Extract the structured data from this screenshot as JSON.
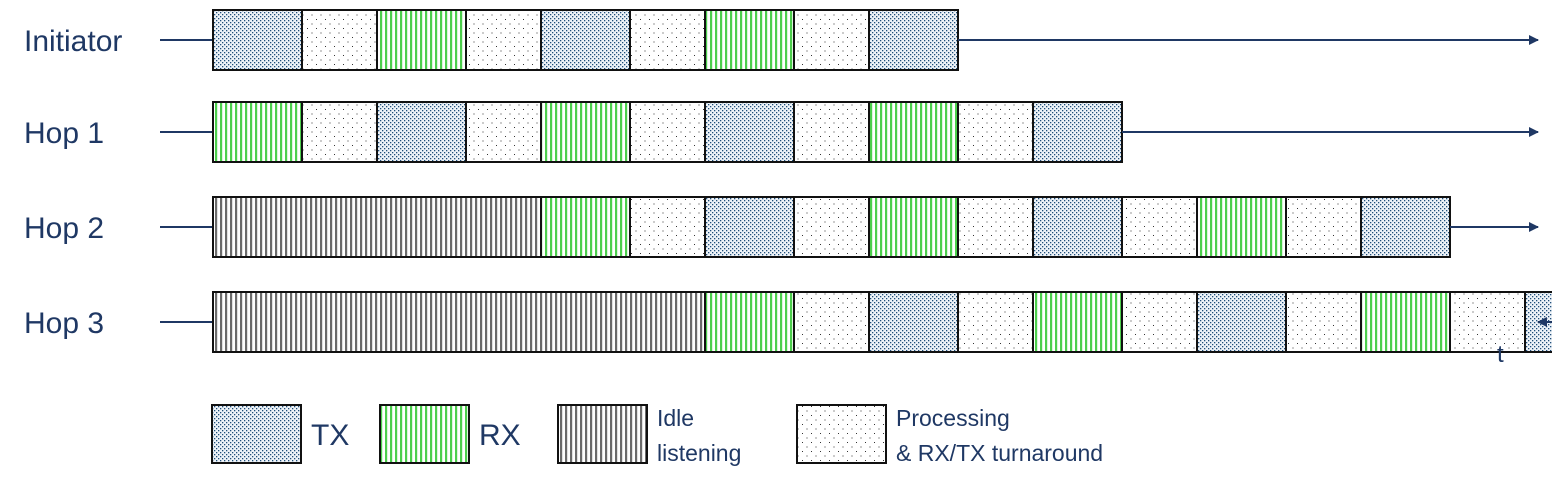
{
  "segment_types": {
    "TX": {
      "color": "#1f4e79",
      "pattern": "dense-dots"
    },
    "RX": {
      "color": "#4ccf4c",
      "pattern": "vertical-stripes"
    },
    "IDLE": {
      "color": "#595959",
      "pattern": "vertical-stripes"
    },
    "P": {
      "color": "#000000",
      "pattern": "sparse-dots"
    }
  },
  "text_color": "#1f3864",
  "rows": [
    {
      "label": "Initiator",
      "segments": [
        "TX",
        "P",
        "RX",
        "P",
        "TX",
        "P",
        "RX",
        "P",
        "TX"
      ]
    },
    {
      "label": "Hop 1",
      "segments": [
        "RX",
        "P",
        "TX",
        "P",
        "RX",
        "P",
        "TX",
        "P",
        "RX",
        "P",
        "TX"
      ]
    },
    {
      "label": "Hop 2",
      "segments": [
        "IDLE",
        "RX",
        "P",
        "TX",
        "P",
        "RX",
        "P",
        "TX",
        "P",
        "RX",
        "P",
        "TX"
      ]
    },
    {
      "label": "Hop 3",
      "segments": [
        "IDLE",
        "RX",
        "P",
        "TX",
        "P",
        "RX",
        "P",
        "TX",
        "P",
        "RX",
        "P",
        "TX"
      ]
    }
  ],
  "axis": {
    "label": "t"
  },
  "legend": [
    {
      "type": "TX",
      "lines": [
        "TX"
      ]
    },
    {
      "type": "RX",
      "lines": [
        "RX"
      ]
    },
    {
      "type": "IDLE",
      "lines": [
        "Idle",
        "listening"
      ]
    },
    {
      "type": "P",
      "lines": [
        "Processing",
        "& RX/TX turnaround"
      ]
    }
  ]
}
